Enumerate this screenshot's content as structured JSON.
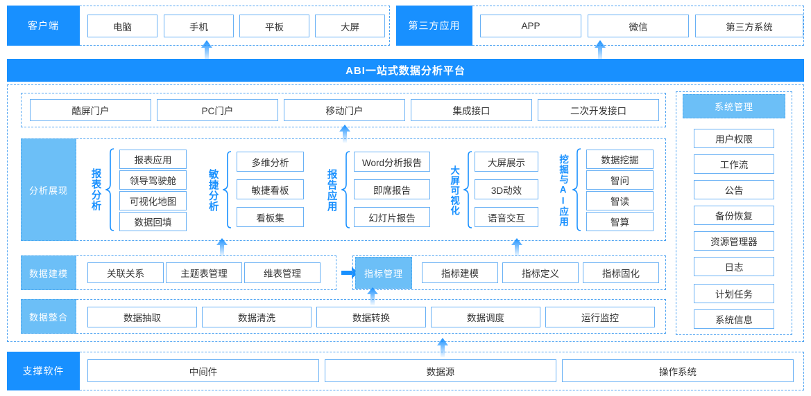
{
  "colors": {
    "primary": "#1890ff",
    "light_blue": "#6cbff7",
    "box_border": "#69b1f5",
    "dash_border": "#4da3f2"
  },
  "client_layer": {
    "tag": "客户端",
    "items": [
      "电脑",
      "手机",
      "平板",
      "大屏"
    ]
  },
  "third_party_layer": {
    "tag": "第三方应用",
    "items": [
      "APP",
      "微信",
      "第三方系统"
    ]
  },
  "platform": {
    "banner": "ABI一站式数据分析平台"
  },
  "portal_layer": {
    "items": [
      "酷屏门户",
      "PC门户",
      "移动门户",
      "集成接口",
      "二次开发接口"
    ]
  },
  "analysis_layer": {
    "tag": "分析展现",
    "groups": [
      {
        "label": "报表分析",
        "items": [
          "报表应用",
          "领导驾驶舱",
          "可视化地图",
          "数据回填"
        ]
      },
      {
        "label": "敏捷分析",
        "items": [
          "多维分析",
          "敏捷看板",
          "看板集"
        ]
      },
      {
        "label": "报告应用",
        "items": [
          "Word分析报告",
          "即席报告",
          "幻灯片报告"
        ]
      },
      {
        "label": "大屏可视化",
        "items": [
          "大屏展示",
          "3D动效",
          "语音交互"
        ]
      },
      {
        "label": "挖掘与AI应用",
        "items": [
          "数据挖掘",
          "智问",
          "智读",
          "智算"
        ]
      }
    ]
  },
  "modeling_layer": {
    "tag": "数据建模",
    "items": [
      "关联关系",
      "主题表管理",
      "维表管理"
    ],
    "metric_tag": "指标管理",
    "metric_items": [
      "指标建模",
      "指标定义",
      "指标固化"
    ]
  },
  "integration_layer": {
    "tag": "数据整合",
    "items": [
      "数据抽取",
      "数据清洗",
      "数据转换",
      "数据调度",
      "运行监控"
    ]
  },
  "system_mgmt": {
    "tag": "系统管理",
    "items": [
      "用户权限",
      "工作流",
      "公告",
      "备份恢复",
      "资源管理器",
      "日志",
      "计划任务",
      "系统信息"
    ]
  },
  "support_layer": {
    "tag": "支撑软件",
    "items": [
      "中间件",
      "数据源",
      "操作系统"
    ]
  }
}
